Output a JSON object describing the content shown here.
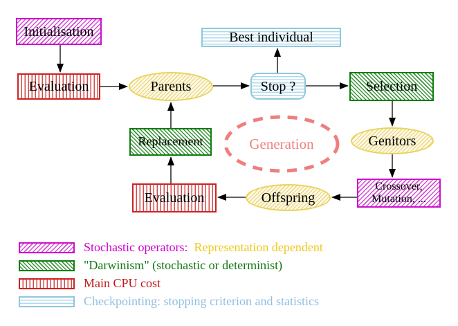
{
  "nodes": {
    "initialisation": {
      "label": "Initialisation"
    },
    "best_individual": {
      "label": "Best individual"
    },
    "evaluation_top": {
      "label": "Evaluation"
    },
    "parents": {
      "label": "Parents"
    },
    "stop": {
      "label": "Stop ?"
    },
    "selection": {
      "label": "Selection"
    },
    "replacement": {
      "label": "Replacement"
    },
    "generation": {
      "label": "Generation"
    },
    "genitors": {
      "label": "Genitors"
    },
    "evaluation_bottom": {
      "label": "Evaluation"
    },
    "crossover_mutation": {
      "line1": "Crossover,",
      "line2": "Mutation, ..."
    },
    "offspring": {
      "label": "Offspring"
    }
  },
  "edges": [
    {
      "from": "initialisation",
      "to": "evaluation_top"
    },
    {
      "from": "evaluation_top",
      "to": "parents"
    },
    {
      "from": "parents",
      "to": "stop"
    },
    {
      "from": "stop",
      "to": "best_individual"
    },
    {
      "from": "stop",
      "to": "selection"
    },
    {
      "from": "selection",
      "to": "genitors"
    },
    {
      "from": "genitors",
      "to": "crossover_mutation"
    },
    {
      "from": "crossover_mutation",
      "to": "offspring"
    },
    {
      "from": "offspring",
      "to": "evaluation_bottom"
    },
    {
      "from": "evaluation_bottom",
      "to": "replacement"
    },
    {
      "from": "replacement",
      "to": "parents"
    }
  ],
  "legend": {
    "items": [
      {
        "text": "Stochastic operators:",
        "text2": "Representation dependent"
      },
      {
        "text": "\"Darwinism\" (stochastic or determinist)",
        "text2": ""
      },
      {
        "text": "Main CPU cost",
        "text2": ""
      },
      {
        "text": "Checkpointing: stopping criterion and statistics",
        "text2": ""
      }
    ]
  },
  "colors": {
    "magenta_border": "#cc11cc",
    "green_border": "#0f7d0f",
    "red_border": "#cc2222",
    "cyan_border": "#8fc8dc",
    "yellow_border": "#e8d45c",
    "generation_dash": "#ef7f7f",
    "legend_magenta_text": "#cc00cc",
    "legend_yellow_text": "#eec81e",
    "legend_green_text": "#117711",
    "legend_red_text": "#c01818",
    "legend_blue_text": "#90c0e0",
    "arrow_color": "#000000"
  }
}
